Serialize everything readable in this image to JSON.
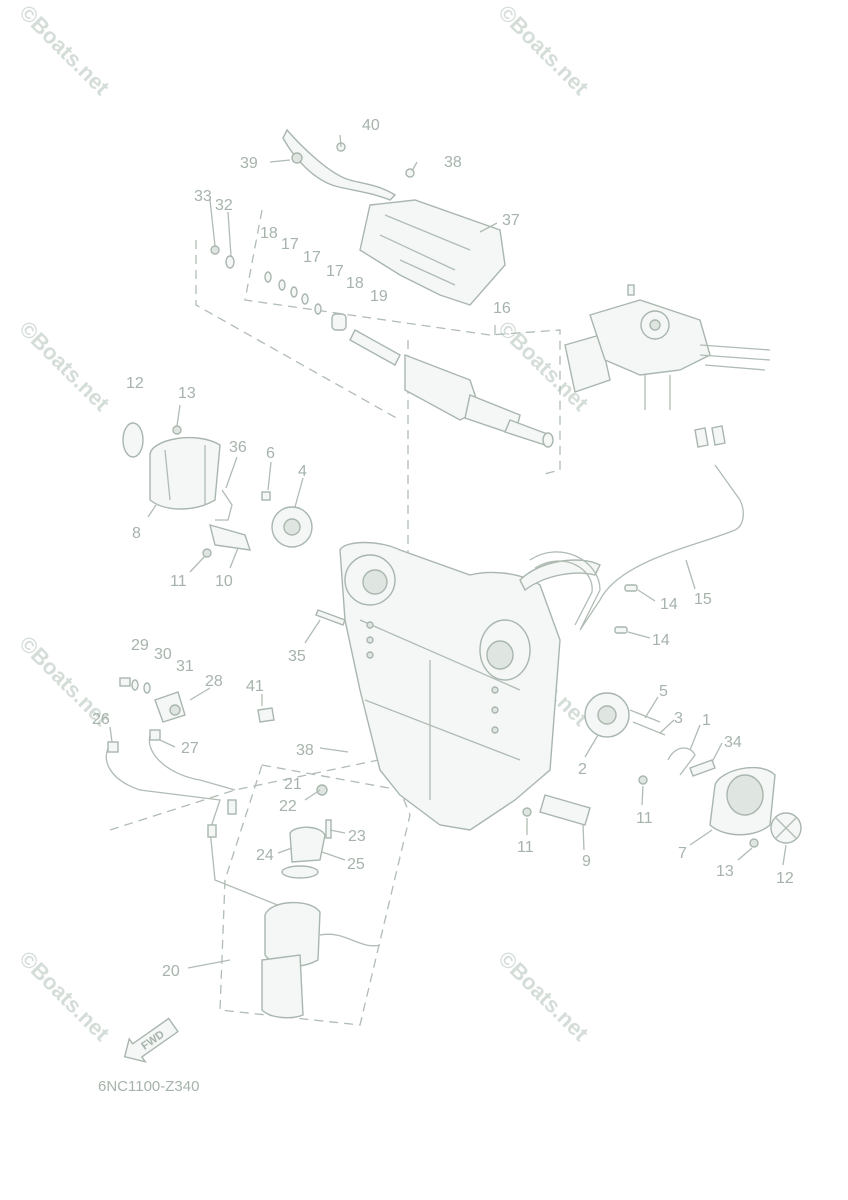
{
  "diagram": {
    "watermark_text": "©Boats.net",
    "drawing_code": "6NC1100-Z340",
    "direction_label": "FWD",
    "callouts": [
      {
        "id": "c40",
        "text": "40"
      },
      {
        "id": "c39",
        "text": "39"
      },
      {
        "id": "c38a",
        "text": "38"
      },
      {
        "id": "c37",
        "text": "37"
      },
      {
        "id": "c33",
        "text": "33"
      },
      {
        "id": "c32",
        "text": "32"
      },
      {
        "id": "c18a",
        "text": "18"
      },
      {
        "id": "c17a",
        "text": "17"
      },
      {
        "id": "c17b",
        "text": "17"
      },
      {
        "id": "c17c",
        "text": "17"
      },
      {
        "id": "c18b",
        "text": "18"
      },
      {
        "id": "c19",
        "text": "19"
      },
      {
        "id": "c16",
        "text": "16"
      },
      {
        "id": "c12a",
        "text": "12"
      },
      {
        "id": "c13a",
        "text": "13"
      },
      {
        "id": "c36",
        "text": "36"
      },
      {
        "id": "c6",
        "text": "6"
      },
      {
        "id": "c4",
        "text": "4"
      },
      {
        "id": "c8",
        "text": "8"
      },
      {
        "id": "c11a",
        "text": "11"
      },
      {
        "id": "c10",
        "text": "10"
      },
      {
        "id": "c14a",
        "text": "14"
      },
      {
        "id": "c15",
        "text": "15"
      },
      {
        "id": "c14b",
        "text": "14"
      },
      {
        "id": "c35",
        "text": "35"
      },
      {
        "id": "c29",
        "text": "29"
      },
      {
        "id": "c30",
        "text": "30"
      },
      {
        "id": "c31",
        "text": "31"
      },
      {
        "id": "c28",
        "text": "28"
      },
      {
        "id": "c41",
        "text": "41"
      },
      {
        "id": "c26",
        "text": "26"
      },
      {
        "id": "c27",
        "text": "27"
      },
      {
        "id": "c38b",
        "text": "38"
      },
      {
        "id": "c5",
        "text": "5"
      },
      {
        "id": "c3",
        "text": "3"
      },
      {
        "id": "c1",
        "text": "1"
      },
      {
        "id": "c34",
        "text": "34"
      },
      {
        "id": "c2",
        "text": "2"
      },
      {
        "id": "c11b",
        "text": "11"
      },
      {
        "id": "c7",
        "text": "7"
      },
      {
        "id": "c13b",
        "text": "13"
      },
      {
        "id": "c12b",
        "text": "12"
      },
      {
        "id": "c21",
        "text": "21"
      },
      {
        "id": "c22",
        "text": "22"
      },
      {
        "id": "c23",
        "text": "23"
      },
      {
        "id": "c24",
        "text": "24"
      },
      {
        "id": "c25",
        "text": "25"
      },
      {
        "id": "c11c",
        "text": "11"
      },
      {
        "id": "c9",
        "text": "9"
      },
      {
        "id": "c20",
        "text": "20"
      }
    ]
  }
}
